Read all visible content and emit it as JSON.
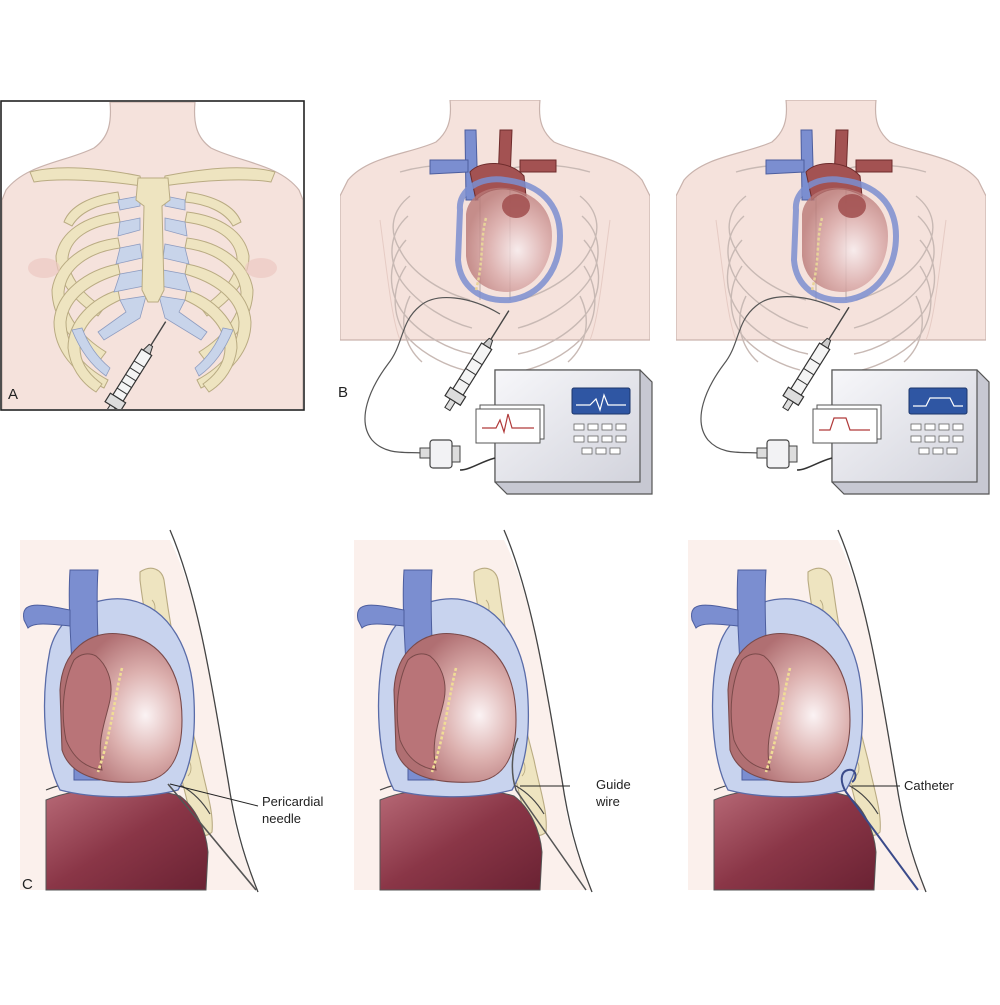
{
  "panels": {
    "a": {
      "letter": "A"
    },
    "b": {
      "letter": "B"
    },
    "c": {
      "letter": "C"
    }
  },
  "callouts": {
    "needle": {
      "line1": "Pericardial",
      "line2": "needle"
    },
    "guide": {
      "line1": "Guide",
      "line2": "wire"
    },
    "catheter": {
      "line1": "Catheter"
    }
  },
  "colors": {
    "skin": "#f5e2dc",
    "skin_outline": "#c9b3ad",
    "bone": "#eee4c0",
    "bone_outline": "#b9ab82",
    "cartilage": "#c8d4ea",
    "vein": "#7b8ed0",
    "artery": "#a35252",
    "heart": "#c98f8a",
    "pericardium": "#c8d3ee",
    "liver": "#8a3f4c",
    "monitor": "#e9e9ee",
    "screen": "#2f56a3"
  },
  "icons": {
    "needle": "syringe-icon",
    "monitor": "ecg-monitor-icon",
    "transducer": "transducer-icon"
  }
}
